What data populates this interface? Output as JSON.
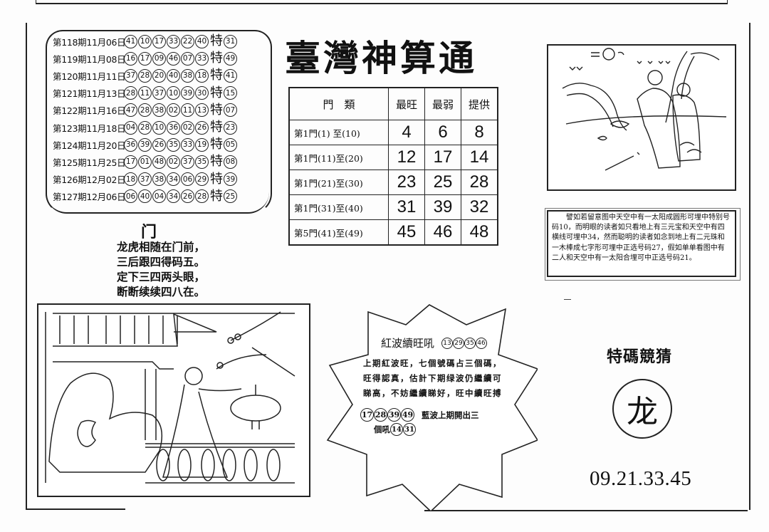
{
  "title": "臺灣神算通",
  "results": {
    "special_label": "特",
    "rows": [
      {
        "label": "第118期11月06日",
        "nums": [
          "41",
          "10",
          "17",
          "33",
          "22",
          "40"
        ],
        "special": "31"
      },
      {
        "label": "第119期11月08日",
        "nums": [
          "16",
          "17",
          "09",
          "46",
          "07",
          "33"
        ],
        "special": "49"
      },
      {
        "label": "第120期11月11日",
        "nums": [
          "37",
          "28",
          "20",
          "40",
          "38",
          "18"
        ],
        "special": "41"
      },
      {
        "label": "第121期11月13日",
        "nums": [
          "28",
          "11",
          "37",
          "10",
          "39",
          "30"
        ],
        "special": "15"
      },
      {
        "label": "第122期11月16日",
        "nums": [
          "47",
          "28",
          "38",
          "02",
          "11",
          "13"
        ],
        "special": "07"
      },
      {
        "label": "第123期11月18日",
        "nums": [
          "04",
          "28",
          "10",
          "36",
          "02",
          "26"
        ],
        "special": "23"
      },
      {
        "label": "第124期11月20日",
        "nums": [
          "36",
          "39",
          "26",
          "35",
          "33",
          "19"
        ],
        "special": "05"
      },
      {
        "label": "第125期11月25日",
        "nums": [
          "17",
          "01",
          "48",
          "02",
          "37",
          "35"
        ],
        "special": "08"
      },
      {
        "label": "第126期12月02日",
        "nums": [
          "18",
          "37",
          "38",
          "34",
          "06",
          "29"
        ],
        "special": "39"
      },
      {
        "label": "第127期12月06日",
        "nums": [
          "06",
          "40",
          "04",
          "34",
          "26",
          "28"
        ],
        "special": "25"
      }
    ]
  },
  "poem": {
    "title": "门",
    "lines": [
      "龙虎相随在门前，",
      "三后跟四得码五。",
      "定下三四两头眼，",
      "断断续续四八在。"
    ]
  },
  "doors_table": {
    "headers": [
      "門　類",
      "最旺",
      "最弱",
      "提供"
    ],
    "rows": [
      {
        "category": "第1門(1) 至(10)",
        "hot": "4",
        "cold": "6",
        "pick": "8"
      },
      {
        "category": "第1門(11)至(20)",
        "hot": "12",
        "cold": "17",
        "pick": "14"
      },
      {
        "category": "第1門(21)至(30)",
        "hot": "23",
        "cold": "25",
        "pick": "28"
      },
      {
        "category": "第1門(31)至(40)",
        "hot": "31",
        "cold": "39",
        "pick": "32"
      },
      {
        "category": "第5門(41)至(49)",
        "hot": "45",
        "cold": "46",
        "pick": "48"
      }
    ]
  },
  "picture_note": "譬如若留意图中天空中有一太阳成圆形可埋中特别号码10，而明眼的读者如只看地上有三元宝和天空中有四横线可埋中34，然而聪明的读者如念到地上有二元珠和一木棒成七字形可埋中正选号码27，假如单单看图中有二人和天空中有一太阳合埋可中正选号码21。",
  "starburst": {
    "heading": "紅波續旺吼",
    "heading_balls": [
      "13",
      "29",
      "35",
      "46"
    ],
    "text": "上期紅波旺，七個號碼占三個碼，旺得認真，估計下期绿波仍繼續可睇高，不妨繼續睇好，旺中續旺搏",
    "blue_balls": [
      "17",
      "28",
      "39",
      "49"
    ],
    "blue_text": "藍波上期開出三",
    "blue_text2": "個吼",
    "blue_balls2": [
      "14",
      "31"
    ]
  },
  "guess": {
    "title": "特碼競猜",
    "zodiac": "龙",
    "numbers": "09.21.33.45"
  },
  "illustrations": {
    "top_right": "two-elders-pointing-scene",
    "bottom_left": "lady-with-lantern-scene"
  }
}
